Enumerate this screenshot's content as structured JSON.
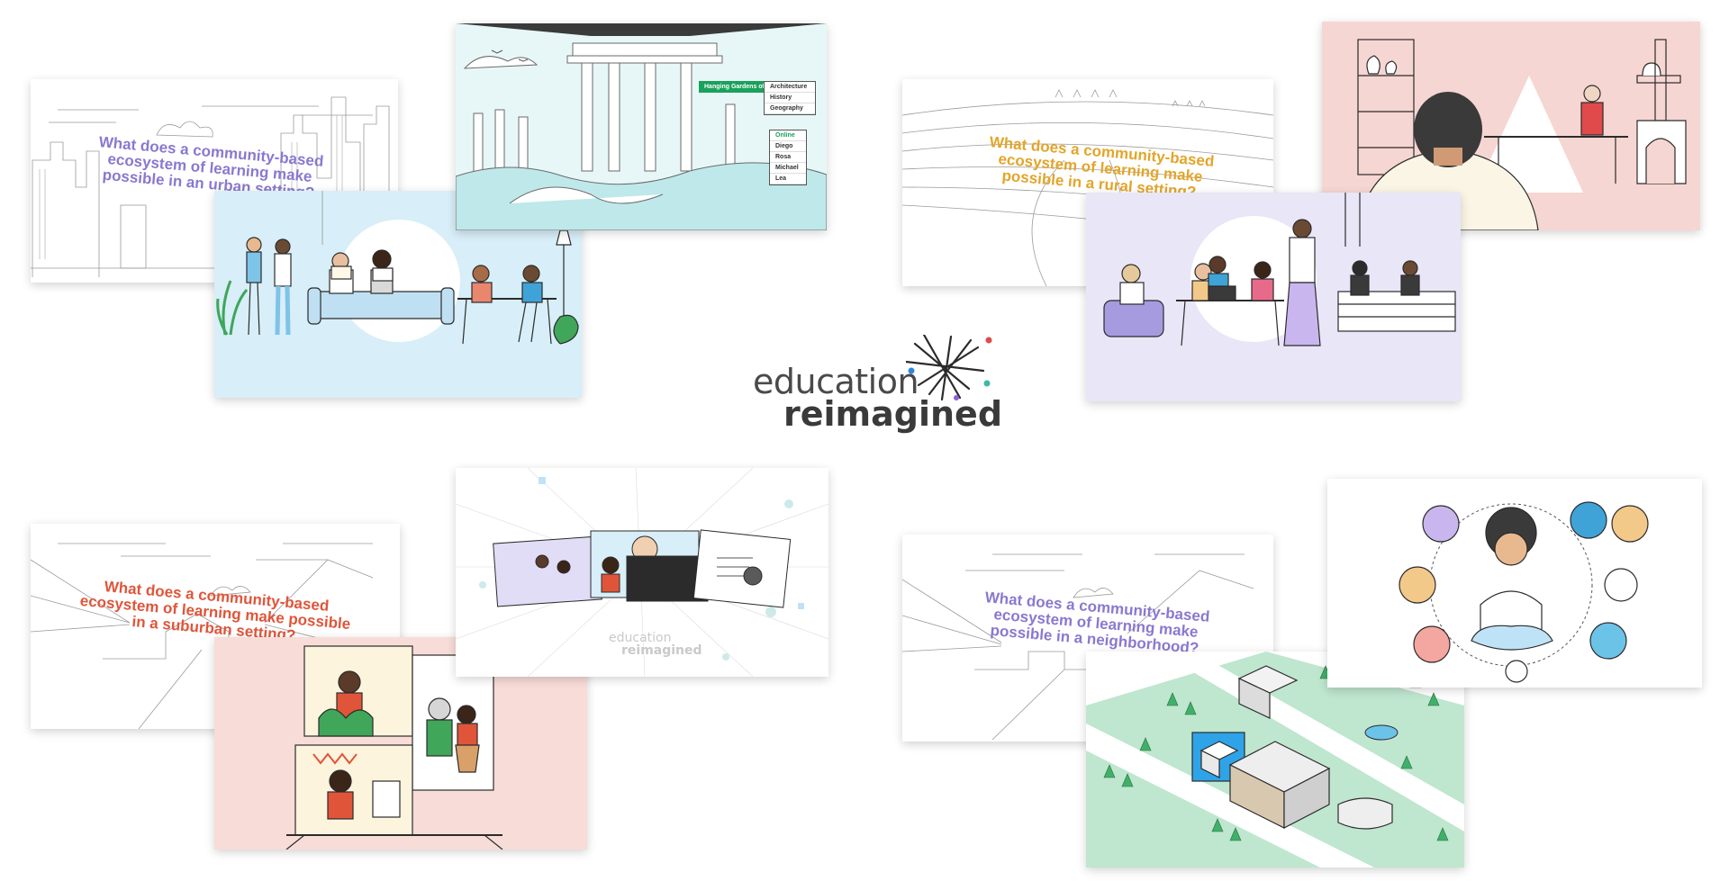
{
  "brand": {
    "line1": "education",
    "line2": "reimagined",
    "dot_colors": [
      "#e04a4a",
      "#2e86de",
      "#3cb8a6",
      "#8e5fd6"
    ]
  },
  "slides": {
    "urban": {
      "question": "What does a community-based ecosystem of learning make possible in an urban setting?",
      "color": "#8a78d0"
    },
    "rural": {
      "question": "What does a community-based ecosystem of learning make possible in a rural setting?",
      "color": "#e3a52a"
    },
    "suburban": {
      "question": "What does a community-based ecosystem of learning make possible in a suburban setting?",
      "color": "#e0553a"
    },
    "neighborhood": {
      "question": "What does a community-based ecosystem of learning make possible in a neighborhood?",
      "color": "#8a78d0"
    }
  },
  "ruins_screen": {
    "place_tag": "Hanging Gardens of Babylon",
    "topics": [
      "Architecture",
      "History",
      "Geography"
    ],
    "people_header": "Online",
    "people": [
      "Diego",
      "Rosa",
      "Michael",
      "Lea"
    ]
  },
  "collage_watermark": {
    "line1": "education",
    "line2": "reimagined"
  },
  "backgrounds": {
    "urban_scene": "#d8eef8",
    "ruins": "#d4f0f0",
    "pottery": "#f6d6d2",
    "rural_scene": "#e9e6f7",
    "suburban_scene": "#f8dcd8",
    "map_green": "#bfe6cf"
  }
}
